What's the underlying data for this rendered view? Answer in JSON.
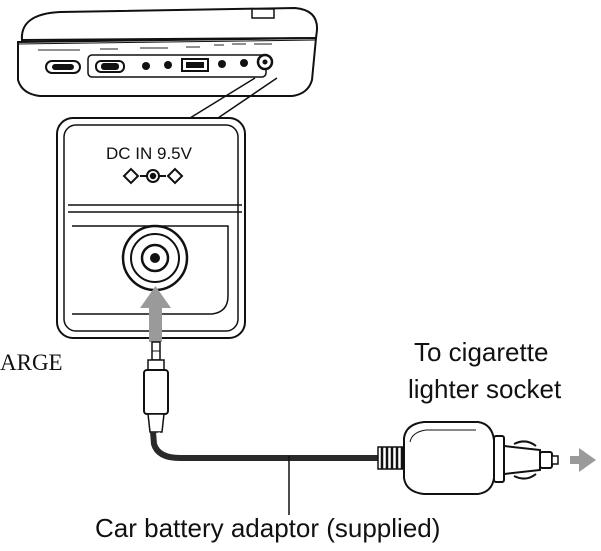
{
  "jack_label": "DC IN 9.5V",
  "partial_text": "ARGE",
  "socket_label_line1": "To cigarette",
  "socket_label_line2": "lighter socket",
  "adaptor_label": "Car battery adaptor (supplied)",
  "colors": {
    "ink": "#111111",
    "arrow": "#9a9a9a",
    "cable": "#2a2a2a"
  },
  "icons": {
    "polarity": "dc-polarity-icon",
    "insert_arrow": "up-arrow-icon",
    "out_arrow": "right-arrow-icon"
  }
}
